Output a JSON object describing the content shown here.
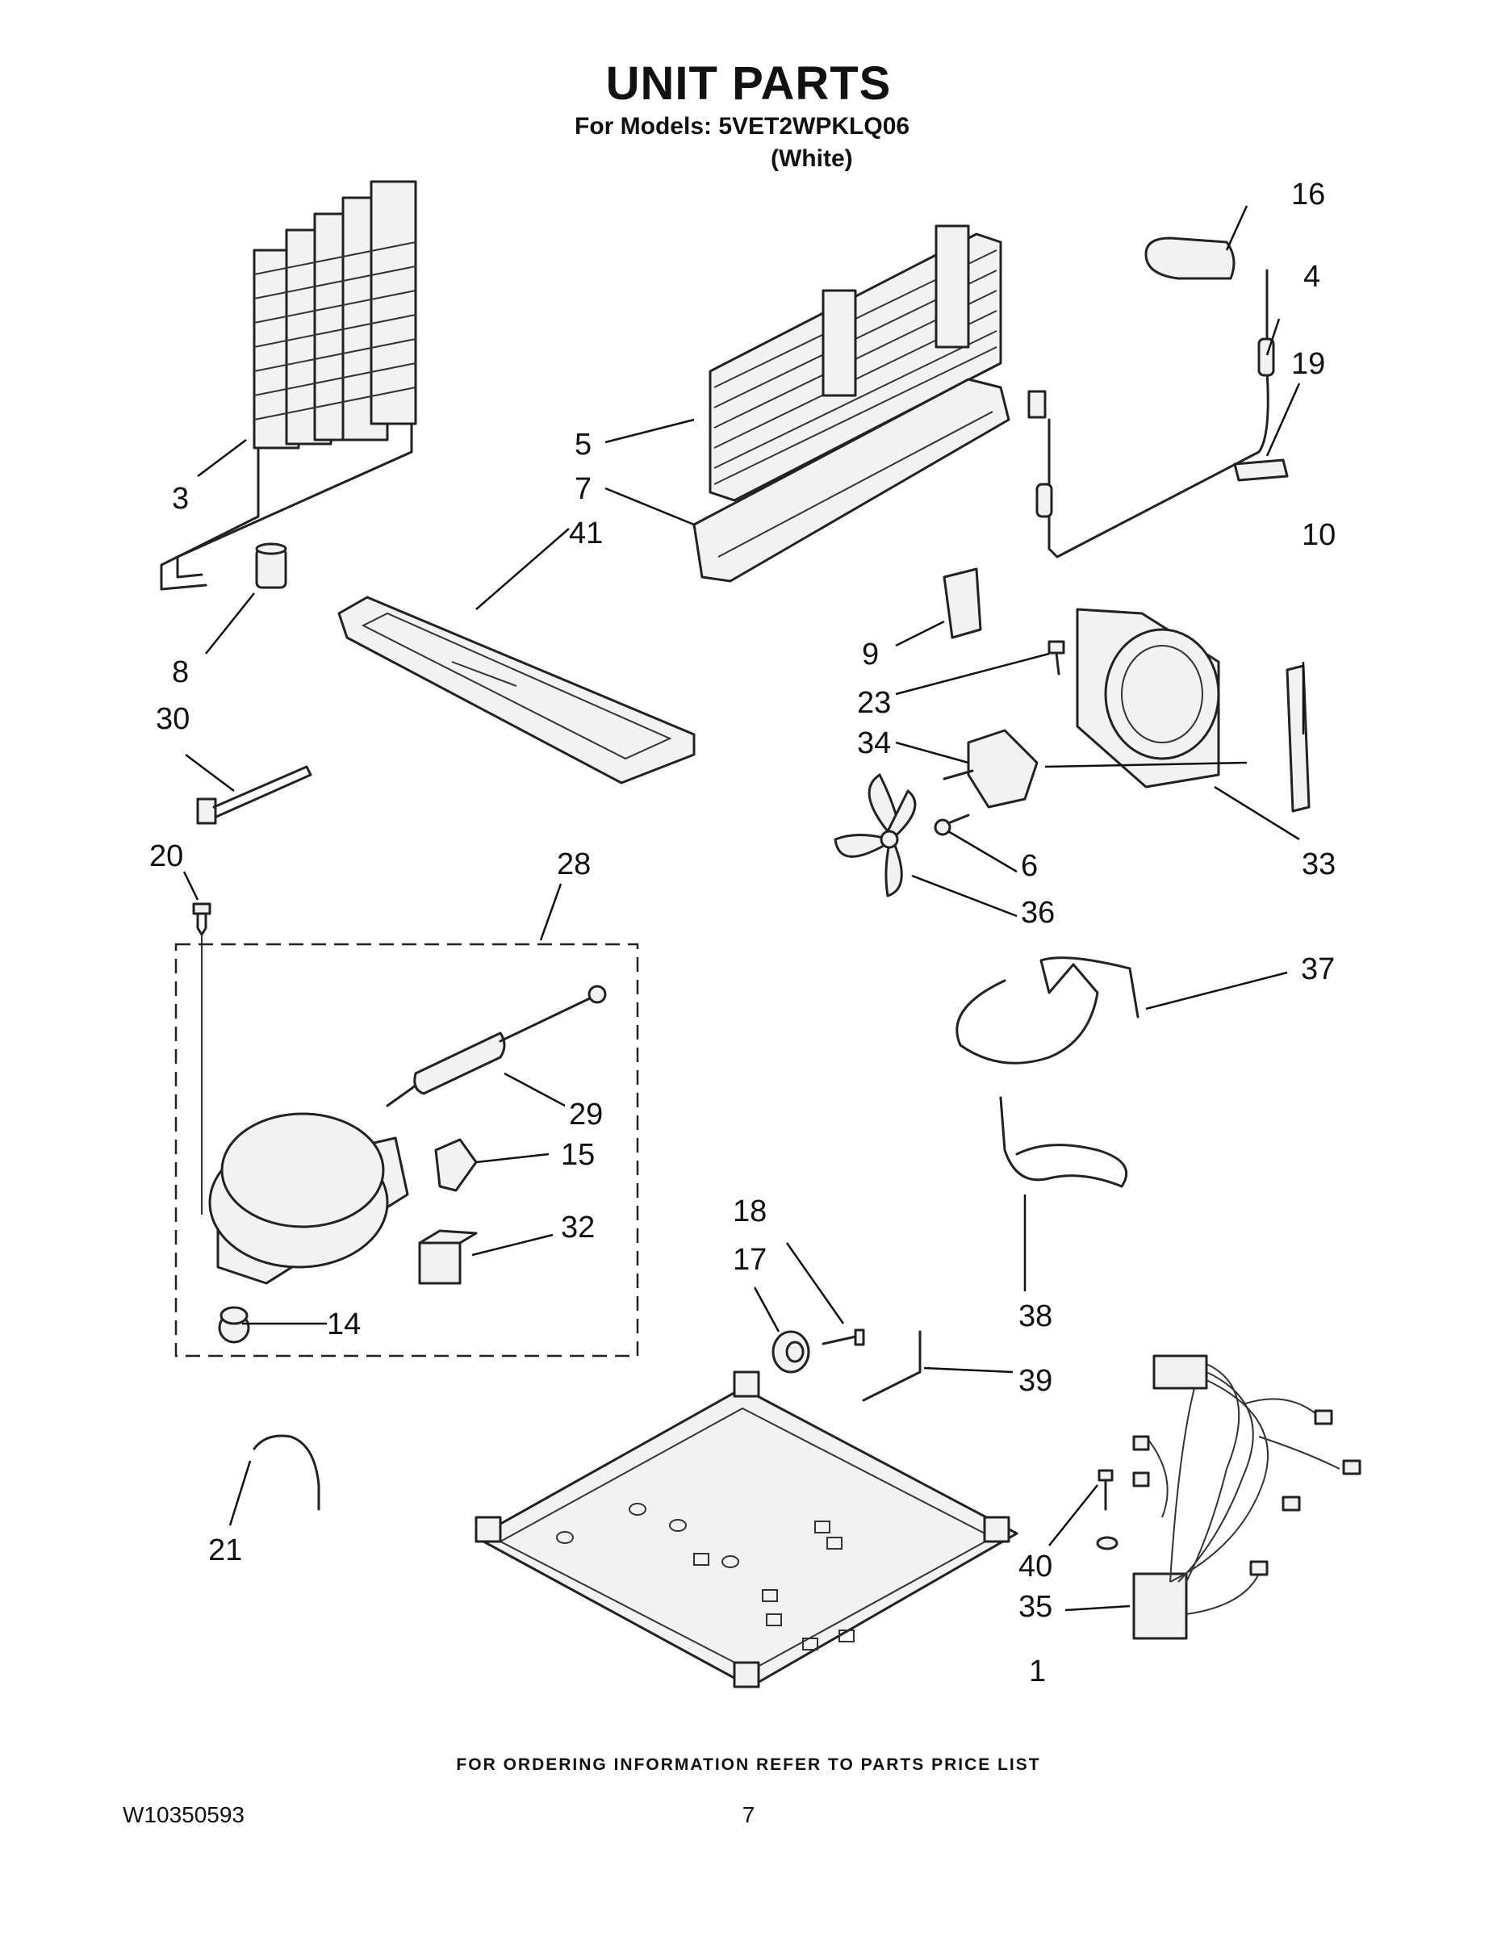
{
  "header": {
    "title": "UNIT PARTS",
    "models_line": "For Models: 5VET2WPKLQ06",
    "color_line": "(White)"
  },
  "callouts": [
    "1",
    "3",
    "4",
    "5",
    "6",
    "7",
    "8",
    "9",
    "10",
    "14",
    "15",
    "16",
    "17",
    "18",
    "19",
    "20",
    "21",
    "23",
    "28",
    "29",
    "30",
    "32",
    "33",
    "34",
    "35",
    "36",
    "37",
    "38",
    "39",
    "40",
    "41"
  ],
  "footer": {
    "ordering_note": "FOR ORDERING INFORMATION REFER TO PARTS PRICE LIST",
    "doc_number": "W10350593",
    "page_number": "7"
  }
}
